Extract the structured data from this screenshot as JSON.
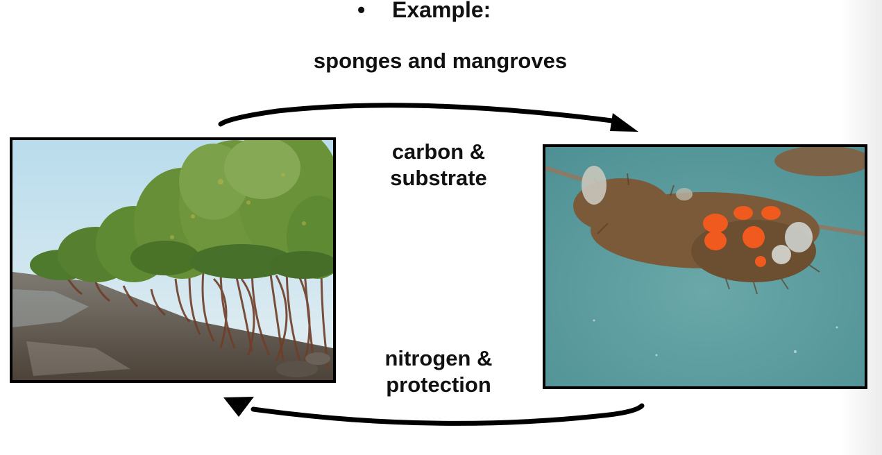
{
  "slide": {
    "bullet": "•",
    "title": "Example:",
    "subtitle": "sponges and mangroves"
  },
  "flows": {
    "top_label_line1": "carbon &",
    "top_label_line2": "substrate",
    "bottom_label_line1": "nitrogen &",
    "bottom_label_line2": "protection"
  },
  "colors": {
    "arrow": "#000000",
    "sky": "#bfe0ee",
    "water": "#5b9d9f",
    "foliage": "#5e8a32",
    "roots": "#7a4a30",
    "sponge_orange": "#f05a1e",
    "sponge_fuzz": "#7a5a38"
  }
}
